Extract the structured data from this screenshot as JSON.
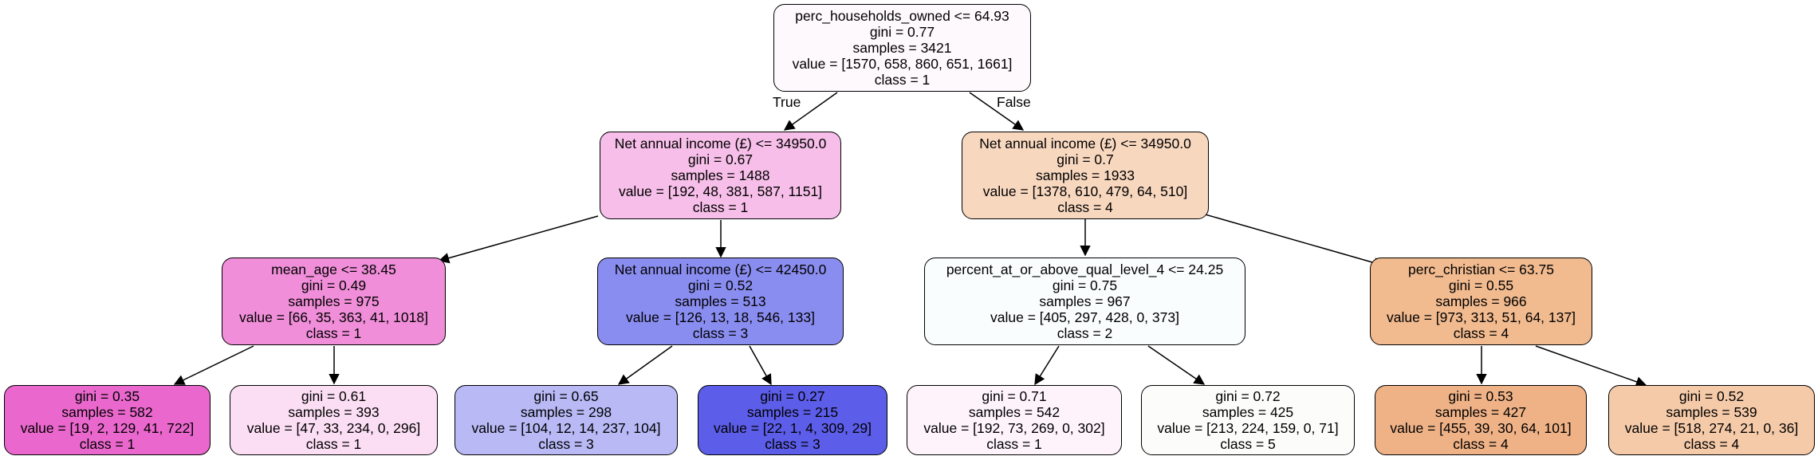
{
  "edge_labels": {
    "true_label": "True",
    "false_label": "False"
  },
  "nodes": {
    "n0": {
      "condition": "perc_households_owned <= 64.93",
      "gini": "gini = 0.77",
      "samples": "samples = 3421",
      "value": "value = [1570, 658, 860, 651, 1661]",
      "class": "class = 1",
      "fill": "#fef9fd"
    },
    "n1": {
      "condition": "Net annual income (£) <= 34950.0",
      "gini": "gini = 0.67",
      "samples": "samples = 1488",
      "value": "value = [192, 48, 381, 587, 1151]",
      "class": "class = 1",
      "fill": "#f6bee8"
    },
    "n2": {
      "condition": "mean_age <= 38.45",
      "gini": "gini = 0.49",
      "samples": "samples = 975",
      "value": "value = [66, 35, 363, 41, 1018]",
      "class": "class = 1",
      "fill": "#f08ed9"
    },
    "n3": {
      "gini": "gini = 0.35",
      "samples": "samples = 582",
      "value": "value = [19, 2, 129, 41, 722]",
      "class": "class = 1",
      "fill": "#ea68cd"
    },
    "n4": {
      "gini": "gini = 0.61",
      "samples": "samples = 393",
      "value": "value = [47, 33, 234, 0, 296]",
      "class": "class = 1",
      "fill": "#fbdef4"
    },
    "n5": {
      "condition": "Net annual income (£) <= 42450.0",
      "gini": "gini = 0.52",
      "samples": "samples = 513",
      "value": "value = [126, 13, 18, 546, 133]",
      "class": "class = 3",
      "fill": "#8a8df0"
    },
    "n6": {
      "gini": "gini = 0.65",
      "samples": "samples = 298",
      "value": "value = [104, 12, 14, 237, 104]",
      "class": "class = 3",
      "fill": "#b8b9f5"
    },
    "n7": {
      "gini": "gini = 0.27",
      "samples": "samples = 215",
      "value": "value = [22, 1, 4, 309, 29]",
      "class": "class = 3",
      "fill": "#5c5de8"
    },
    "n8": {
      "condition": "Net annual income (£) <= 34950.0",
      "gini": "gini = 0.7",
      "samples": "samples = 1933",
      "value": "value = [1378, 610, 479, 64, 510]",
      "class": "class = 4",
      "fill": "#f8d7bf"
    },
    "n9": {
      "condition": "percent_at_or_above_qual_level_4 <= 24.25",
      "gini": "gini = 0.75",
      "samples": "samples = 967",
      "value": "value = [405, 297, 428, 0, 373]",
      "class": "class = 2",
      "fill": "#f9fdfe"
    },
    "n10": {
      "gini": "gini = 0.71",
      "samples": "samples = 542",
      "value": "value = [192, 73, 269, 0, 302]",
      "class": "class = 1",
      "fill": "#fef3fb"
    },
    "n11": {
      "gini": "gini = 0.72",
      "samples": "samples = 425",
      "value": "value = [213, 224, 159, 0, 71]",
      "class": "class = 5",
      "fill": "#fcfdfa"
    },
    "n12": {
      "condition": "perc_christian <= 63.75",
      "gini": "gini = 0.55",
      "samples": "samples = 966",
      "value": "value = [973, 313, 51, 64, 137]",
      "class": "class = 4",
      "fill": "#f1ba8f"
    },
    "n13": {
      "gini": "gini = 0.53",
      "samples": "samples = 427",
      "value": "value = [455, 39, 30, 64, 101]",
      "class": "class = 4",
      "fill": "#efb287"
    },
    "n14": {
      "gini": "gini = 0.52",
      "samples": "samples = 539",
      "value": "value = [518, 274, 21, 0, 36]",
      "class": "class = 4",
      "fill": "#f5caa9"
    }
  }
}
